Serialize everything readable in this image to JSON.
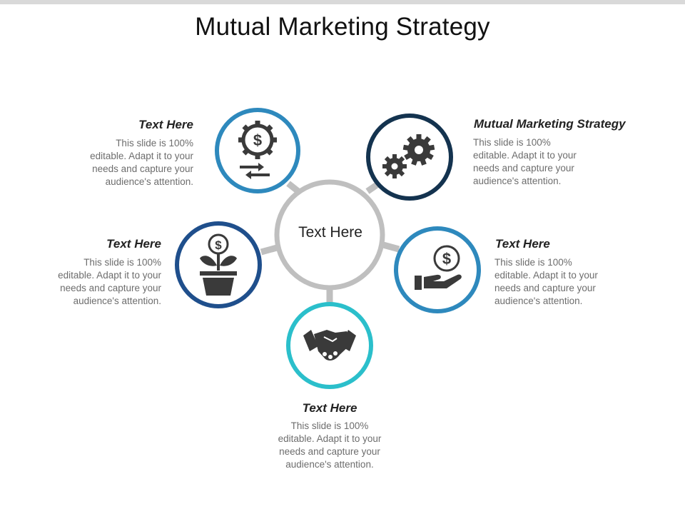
{
  "title": "Mutual Marketing Strategy",
  "center": {
    "label": "Text Here"
  },
  "colors": {
    "hub": "#bfbfbf",
    "accent_top_left": "#2e89bd",
    "accent_top_right": "#14334f",
    "accent_left": "#1f4f8c",
    "accent_right": "#2e89bd",
    "accent_bottom": "#2bbfcb",
    "icon": "#3a3a3a"
  },
  "nodes": [
    {
      "id": "top-left",
      "icon": "gear-dollar-exchange-icon",
      "heading": "Text Here",
      "lines": [
        "This slide is 100%",
        "editable. Adapt it to your",
        "needs and capture your",
        "audience's attention."
      ]
    },
    {
      "id": "top-right",
      "icon": "gears-icon",
      "heading": "Mutual Marketing Strategy",
      "lines": [
        "This slide is 100%",
        "editable. Adapt it to your",
        "needs and capture your",
        "audience's attention."
      ]
    },
    {
      "id": "left",
      "icon": "money-plant-icon",
      "heading": "Text Here",
      "lines": [
        "This slide is 100%",
        "editable. Adapt it to your",
        "needs and capture your",
        "audience's attention."
      ]
    },
    {
      "id": "right",
      "icon": "hand-dollar-icon",
      "heading": "Text Here",
      "lines": [
        "This slide is 100%",
        "editable. Adapt it to your",
        "needs and capture your",
        "audience's attention."
      ]
    },
    {
      "id": "bottom",
      "icon": "handshake-icon",
      "heading": "Text Here",
      "lines": [
        "This slide is 100%",
        "editable. Adapt it to your",
        "needs and capture your",
        "audience's attention."
      ]
    }
  ]
}
